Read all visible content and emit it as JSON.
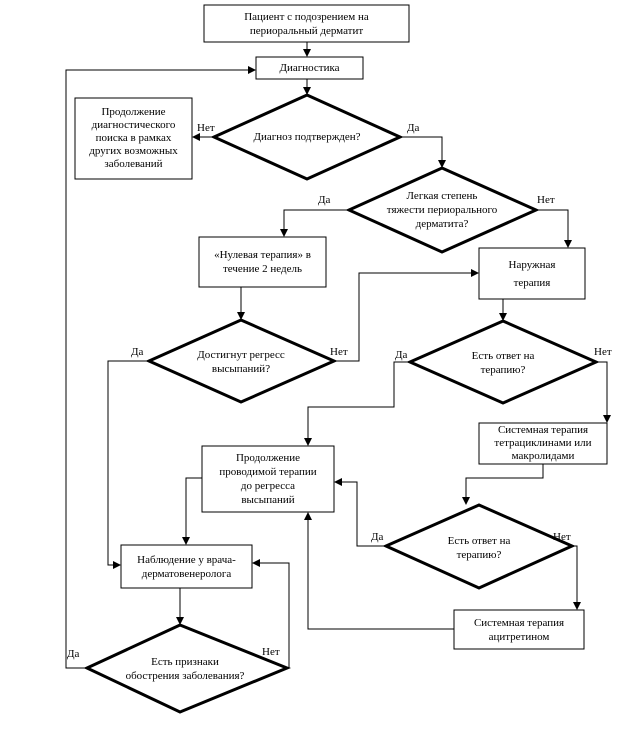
{
  "nodes": {
    "start": "Пациент с подозрением на\nпериоральный дерматит",
    "diagnostics": "Диагностика",
    "continue_search": "Продолжение\nдиагностического\nпоиска в рамках\nдругих возможных\nзаболеваний",
    "diag_confirmed": "Диагноз подтвержден?",
    "mild_degree": "Легкая степень\nтяжести периорального\nдерматита?",
    "zero_therapy": "«Нулевая терапия» в\nтечение 2 недель",
    "external_therapy": "Наружная\nтерапия",
    "regress_achieved": "Достигнут регресс\nвысыпаний?",
    "response_1": "Есть ответ на\nтерапию?",
    "continue_therapy": "Продолжение\nпроводимой терапии\nдо регресса\nвысыпаний",
    "systemic_tetra": "Системная терапия\nтетрациклинами или\nмакролидами",
    "response_2": "Есть ответ на\nтерапию?",
    "observation": "Наблюдение у врача-\nдерматовенеролога",
    "systemic_acitretin": "Системная терапия\nацитретином",
    "exacerbation": "Есть признаки\nобострения заболевания?"
  },
  "edge_labels": {
    "confirmed_no": "Нет",
    "confirmed_yes": "Да",
    "mild_yes": "Да",
    "mild_no": "Нет",
    "regress_yes": "Да",
    "regress_no": "Нет",
    "response1_yes": "Да",
    "response1_no": "Нет",
    "response2_yes": "Да",
    "response2_no": "Нет",
    "exacerbation_yes": "Да",
    "exacerbation_no": "Нет"
  }
}
